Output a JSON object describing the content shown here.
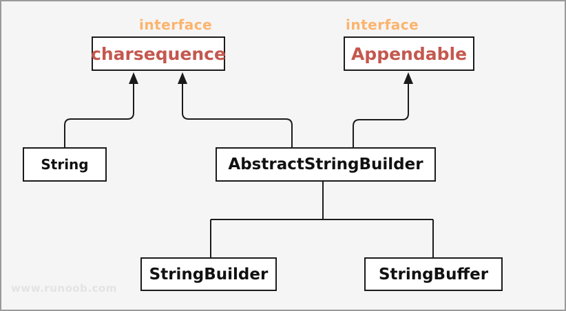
{
  "diagram": {
    "title_hint": "Java String class hierarchy diagram",
    "stereotype_label": "interface",
    "nodes": {
      "charsequence": {
        "label": "charsequence",
        "kind": "interface"
      },
      "appendable": {
        "label": "Appendable",
        "kind": "interface"
      },
      "string": {
        "label": "String",
        "kind": "class"
      },
      "abstract_string_builder": {
        "label": "AbstractStringBuilder",
        "kind": "class"
      },
      "string_builder": {
        "label": "StringBuilder",
        "kind": "class"
      },
      "string_buffer": {
        "label": "StringBuffer",
        "kind": "class"
      }
    },
    "edges": [
      {
        "from": "String",
        "to": "charsequence",
        "style": "arrow-up"
      },
      {
        "from": "AbstractStringBuilder",
        "to": "charsequence",
        "style": "arrow-up"
      },
      {
        "from": "AbstractStringBuilder",
        "to": "Appendable",
        "style": "arrow-up"
      },
      {
        "from": "AbstractStringBuilder",
        "to": "StringBuilder",
        "style": "plain-line"
      },
      {
        "from": "AbstractStringBuilder",
        "to": "StringBuffer",
        "style": "plain-line"
      }
    ],
    "colors": {
      "background": "#f5f5f5",
      "frame_border": "#9a9a9a",
      "box_border": "#1a1a1a",
      "line": "#1a1a1a",
      "interface_stereotype_text": "#fbb46e",
      "interface_name_text": "#c4584f",
      "class_name_text": "#111111",
      "watermark_text": "#e3e3e3"
    },
    "watermark": "www.runoob.com"
  }
}
